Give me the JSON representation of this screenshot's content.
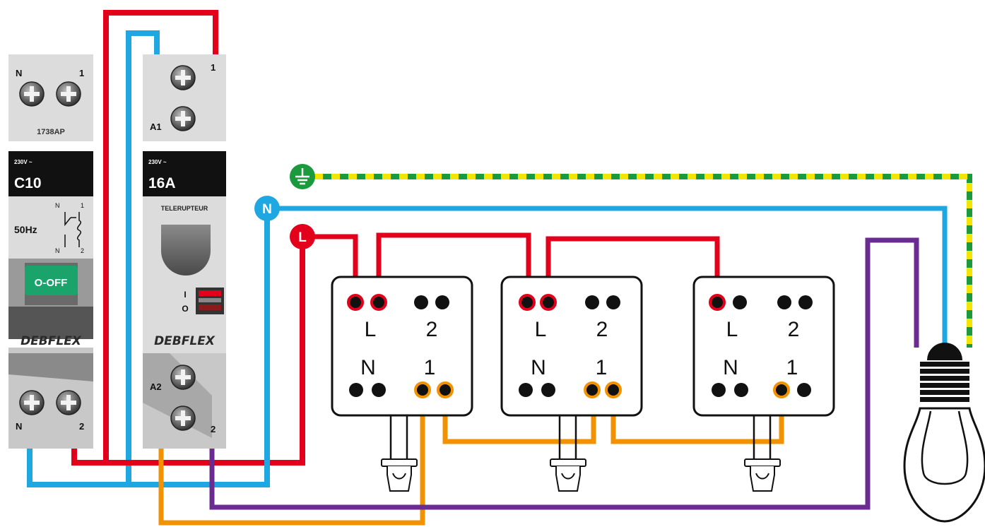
{
  "colors": {
    "live": "#e2001a",
    "neutral": "#1ea7e1",
    "earth_green": "#1a9a3c",
    "earth_yellow": "#f2e600",
    "switched": "#f39200",
    "lamp_feed": "#6b2c91",
    "module_grey": "#dcdcdc",
    "label_black": "#111111",
    "toggle_green": "#1aa36b"
  },
  "breaker": {
    "top_terminal_n": "N",
    "top_terminal_1": "1",
    "model": "1738AP",
    "voltage": "230V ~",
    "rating": "C10",
    "frequency": "50Hz",
    "symbol_n_top": "N",
    "symbol_1_top": "1",
    "symbol_n_bottom": "N",
    "symbol_2_bottom": "2",
    "toggle_label": "O-OFF",
    "brand": "DEBFLEX",
    "bottom_terminal_n": "N",
    "bottom_terminal_2": "2"
  },
  "relay": {
    "terminal_1": "1",
    "terminal_a1": "A1",
    "voltage": "230V ~",
    "rating": "16A",
    "type": "TELERUPTEUR",
    "switch_i": "I",
    "switch_o": "O",
    "brand": "DEBFLEX",
    "terminal_a2": "A2",
    "terminal_2": "2"
  },
  "bus_symbols": {
    "earth": "⏚",
    "neutral": "N",
    "live": "L"
  },
  "pushbuttons": [
    {
      "label_l": "L",
      "label_2": "2",
      "label_n": "N",
      "label_1": "1"
    },
    {
      "label_l": "L",
      "label_2": "2",
      "label_n": "N",
      "label_1": "1"
    },
    {
      "label_l": "L",
      "label_2": "2",
      "label_n": "N",
      "label_1": "1"
    }
  ]
}
